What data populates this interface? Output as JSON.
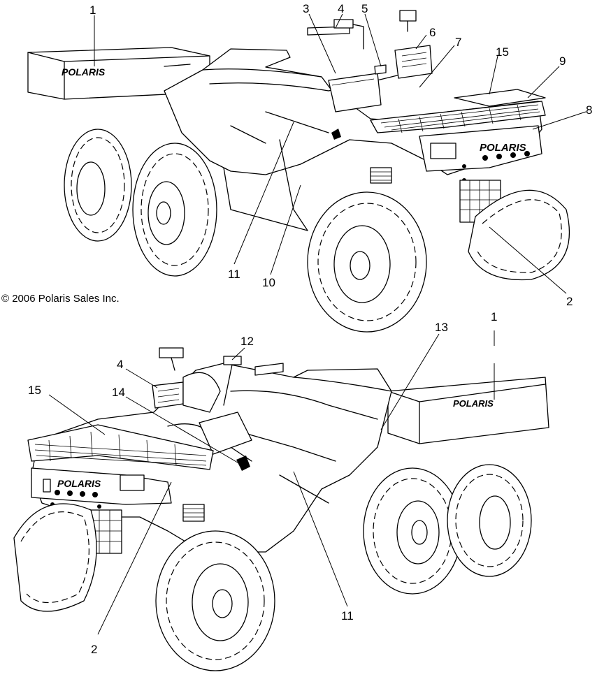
{
  "copyright": "© 2006 Polaris Sales Inc.",
  "decal_brand": "POLARIS",
  "callouts": {
    "top": [
      "1",
      "3",
      "4",
      "5",
      "6",
      "7",
      "15",
      "9",
      "8",
      "11",
      "10",
      "2"
    ],
    "bottom": [
      "1",
      "13",
      "12",
      "4",
      "15",
      "14",
      "2",
      "11"
    ]
  }
}
